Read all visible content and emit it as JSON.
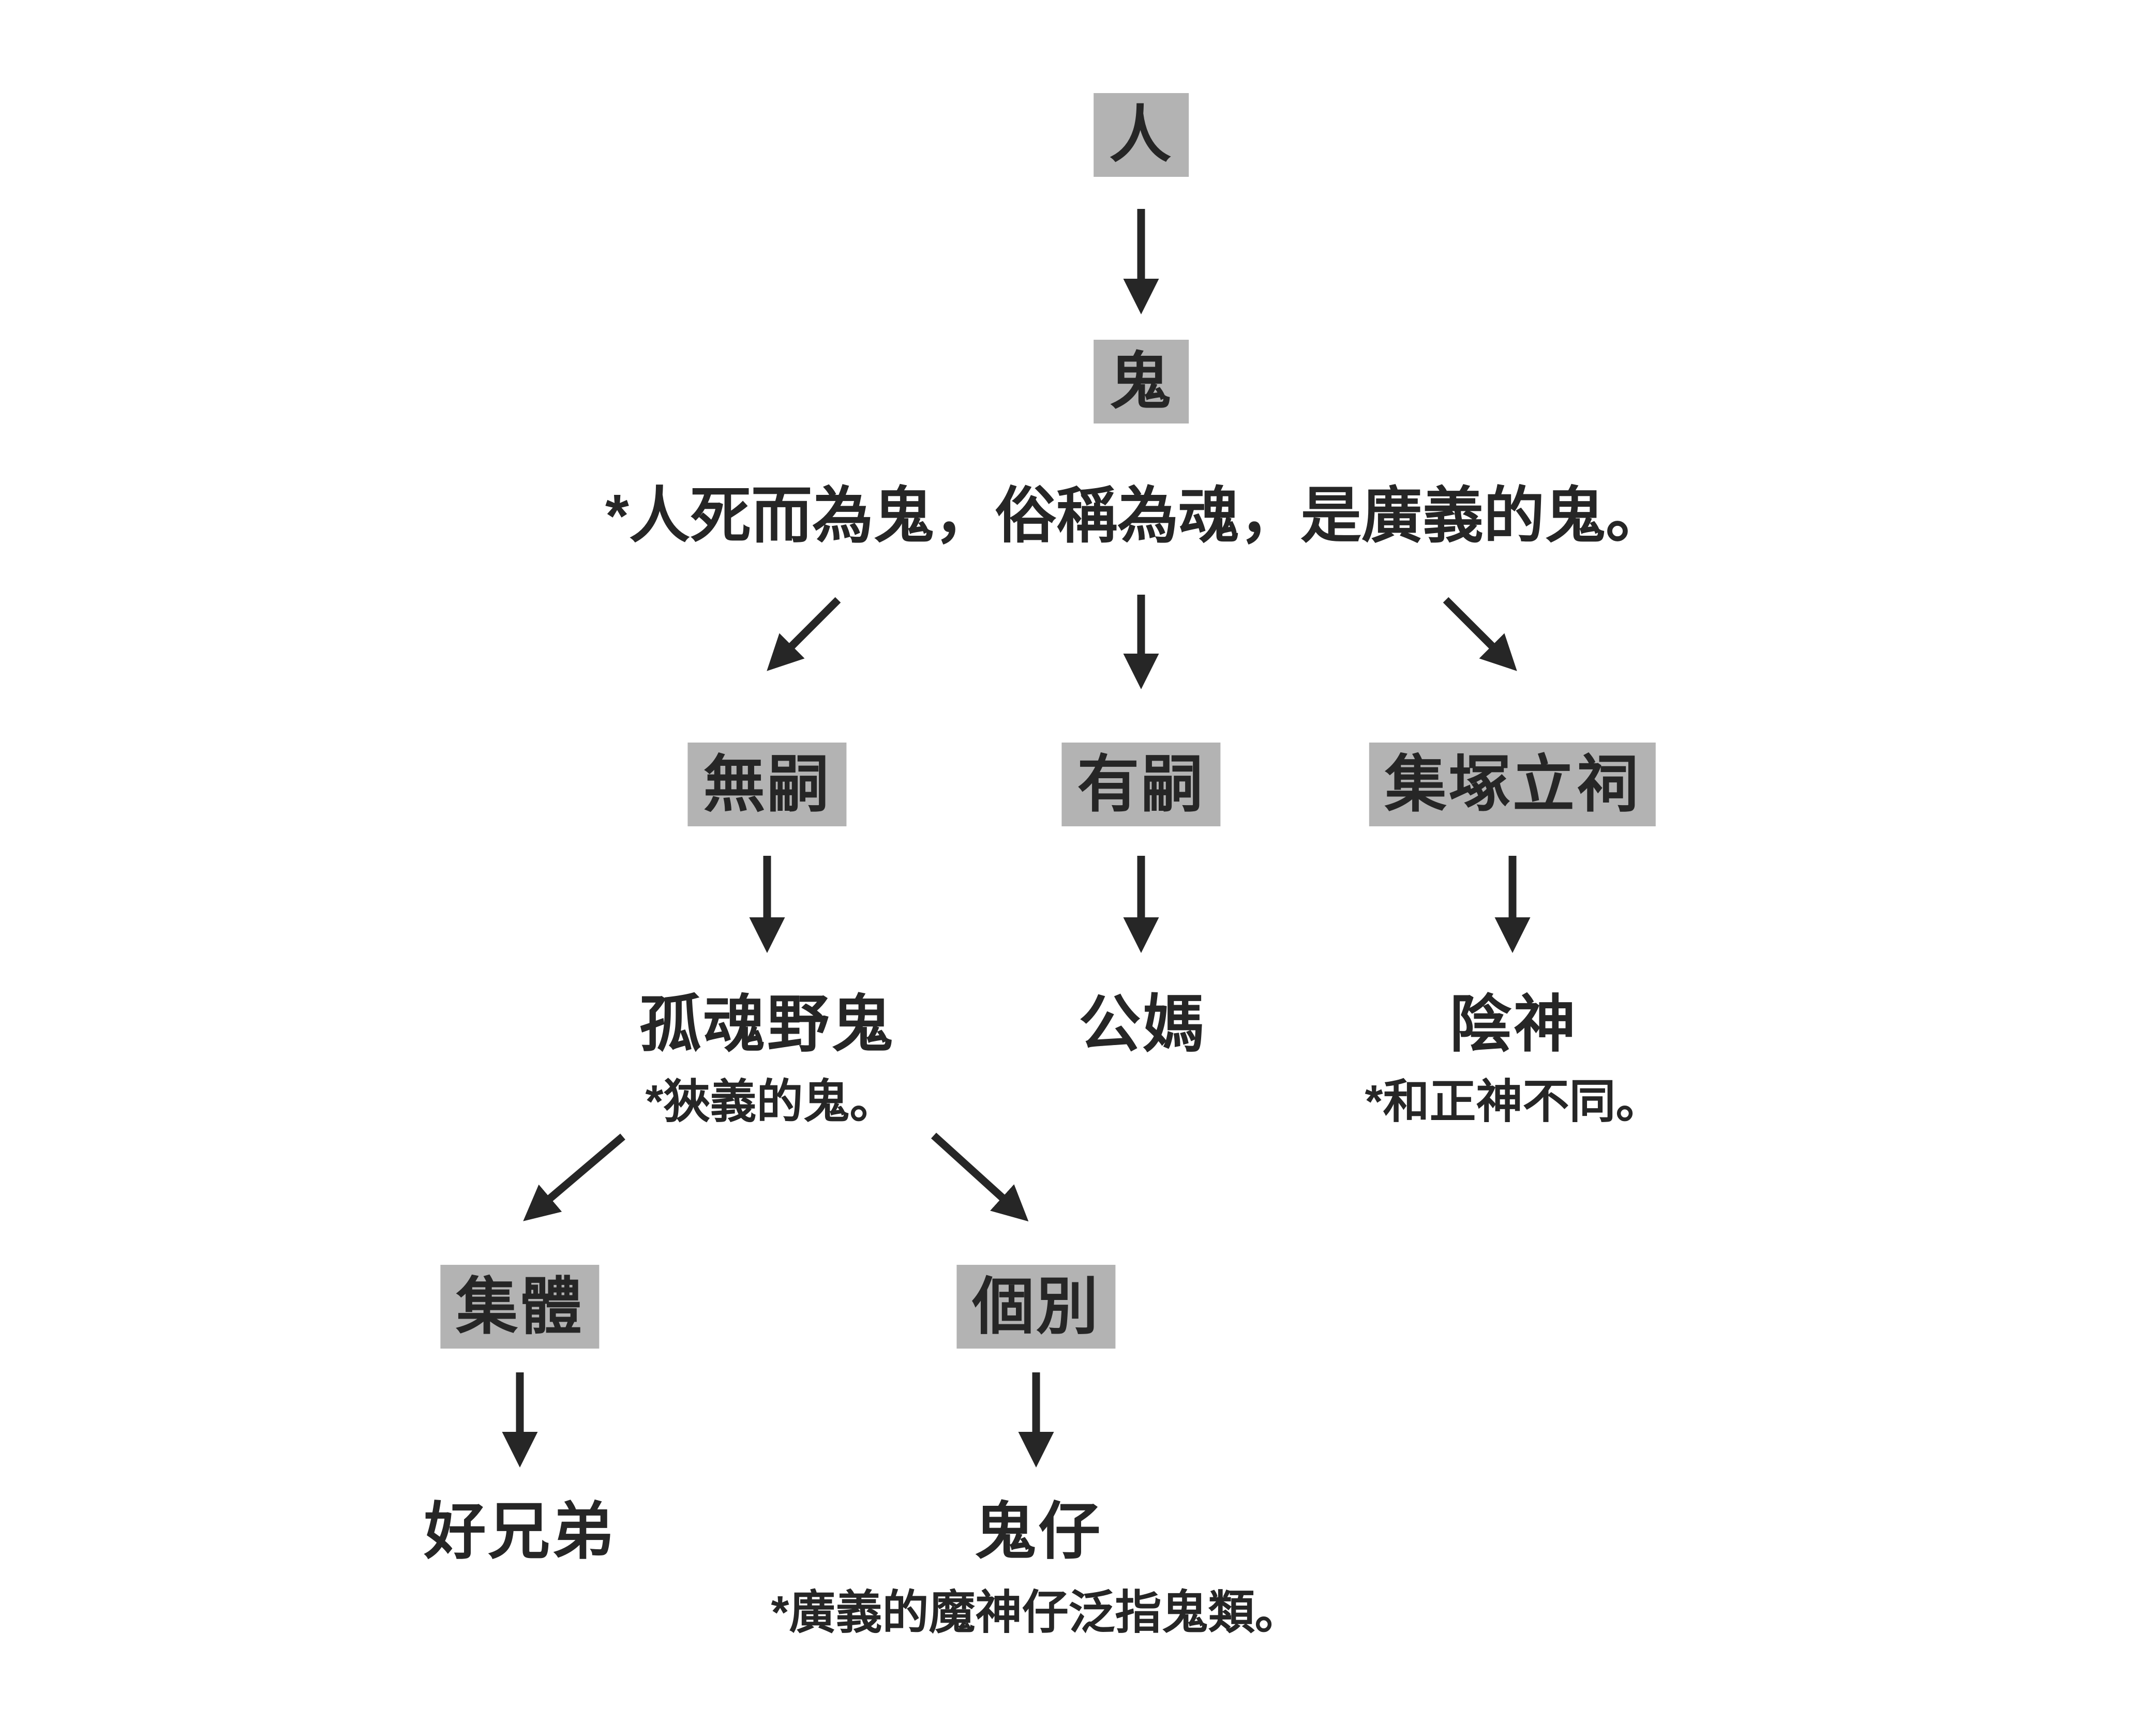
{
  "diagram": {
    "nodes": {
      "person": {
        "label": "人"
      },
      "ghost": {
        "label": "鬼"
      },
      "no_heir": {
        "label": "無嗣"
      },
      "has_heir": {
        "label": "有嗣"
      },
      "collective_shrine": {
        "label": "集塚立祠"
      },
      "lonely_wild_ghosts": {
        "label": "孤魂野鬼",
        "note": "*狹義的鬼。"
      },
      "ancestors": {
        "label": "公媽"
      },
      "yin_deity": {
        "label": "陰神",
        "note": "*和正神不同。"
      },
      "collective": {
        "label": "集體"
      },
      "individual": {
        "label": "個別"
      },
      "good_brothers": {
        "label": "好兄弟"
      },
      "ghost_kid": {
        "label": "鬼仔",
        "note": "*廣義的魔神仔泛指鬼類。"
      }
    },
    "annotations": {
      "ghost_note": "*人死而為鬼，俗稱為魂，是廣義的鬼。"
    },
    "colors": {
      "background": "#ffffff",
      "box_bg": "#b3b3b3",
      "text": "#262626"
    }
  }
}
